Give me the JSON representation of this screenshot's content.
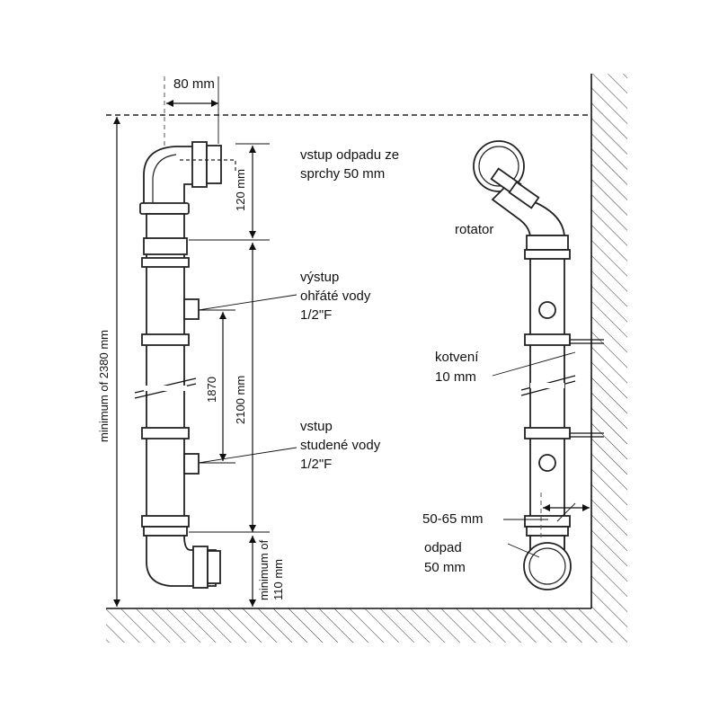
{
  "left_view": {
    "offset_label": "80 mm",
    "shower_inlet_label": [
      "vstup odpadu ze",
      "sprchy 50 mm"
    ],
    "dim_120": "120 mm",
    "hot_outlet_label": [
      "výstup",
      "ohřáté vody",
      "1/2\"F"
    ],
    "dim_1870": "1870",
    "dim_2100": "2100 mm",
    "cold_inlet_label": [
      "vstup",
      "studené vody",
      "1/2\"F"
    ],
    "total_height_label": "minimum of 2380 mm",
    "floor_gap_label": [
      "minimum of",
      "110 mm"
    ]
  },
  "right_view": {
    "rotator_label": "rotator",
    "anchor_label": [
      "kotvení",
      "10 mm"
    ],
    "wall_gap_label": "50-65 mm",
    "drain_label": [
      "odpad",
      "50 mm"
    ]
  }
}
